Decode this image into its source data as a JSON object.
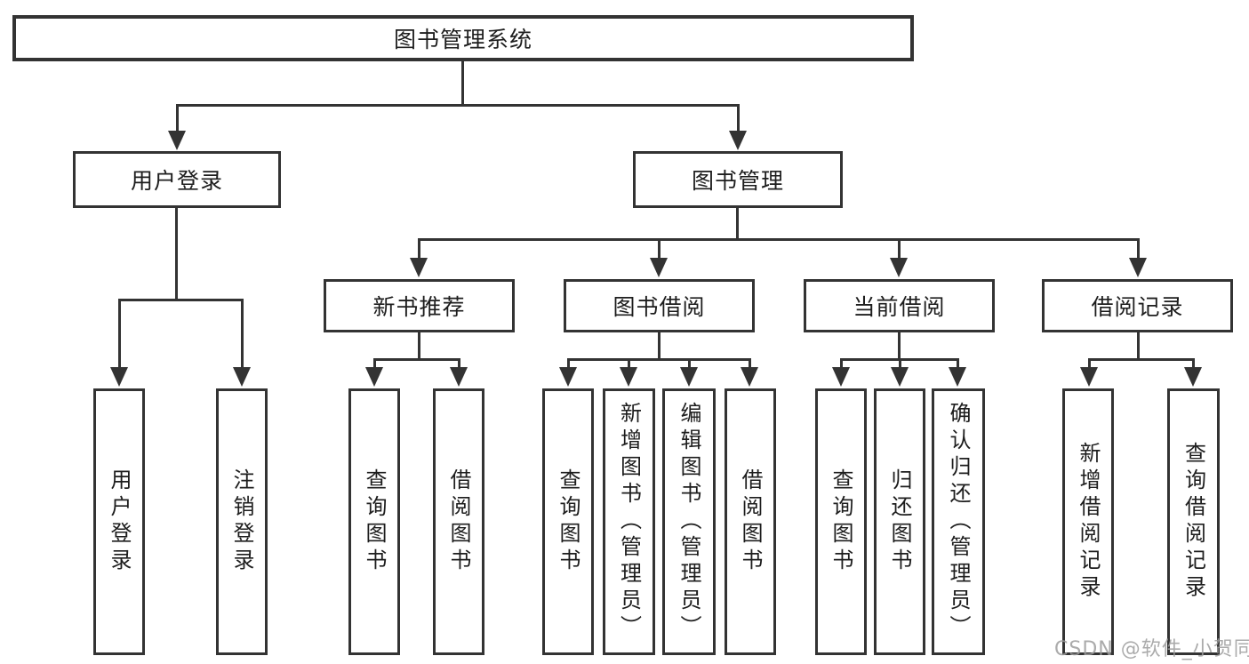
{
  "tree": {
    "root": "图书管理系统",
    "branches": [
      {
        "label": "用户登录",
        "children": [
          "用户登录",
          "注销登录"
        ]
      },
      {
        "label": "图书管理",
        "groups": [
          {
            "label": "新书推荐",
            "children": [
              "查询图书",
              "借阅图书"
            ]
          },
          {
            "label": "图书借阅",
            "children": [
              "查询图书",
              "新增图书（管理员）",
              "编辑图书（管理员）",
              "借阅图书"
            ]
          },
          {
            "label": "当前借阅",
            "children": [
              "查询图书",
              "归还图书",
              "确认归还（管理员）"
            ]
          },
          {
            "label": "借阅记录",
            "children": [
              "新增借阅记录",
              "查询借阅记录"
            ]
          }
        ]
      }
    ]
  },
  "watermark": {
    "text": "CSDN @软件_小贺同学",
    "color": "#9d9d9d"
  },
  "colors": {
    "line": "#333333",
    "box_border": "#333333",
    "text": "#1d1d1d",
    "background": "#ffffff"
  }
}
